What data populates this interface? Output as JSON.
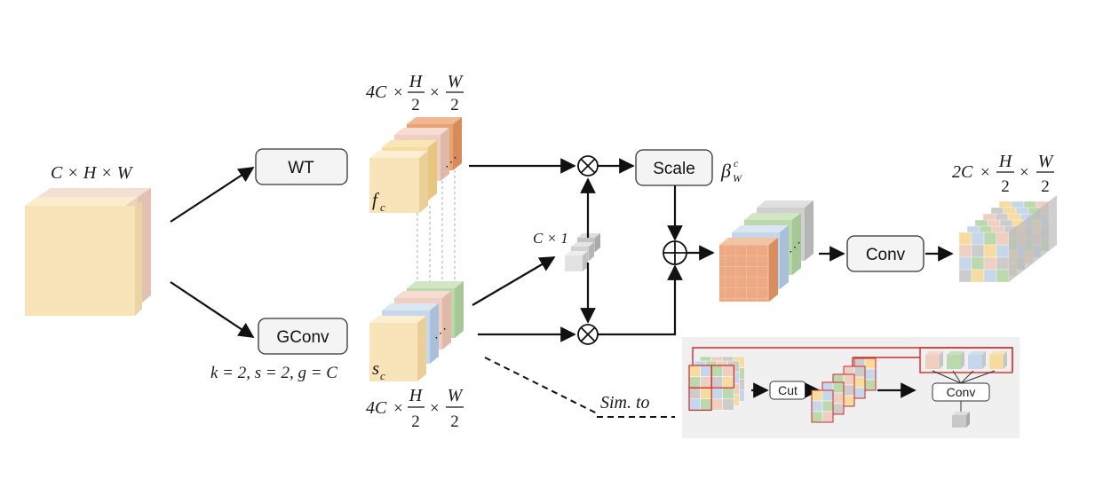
{
  "labels": {
    "input_dims": "C × H × W",
    "wt": "WT",
    "gconv": "GConv",
    "gconv_params": "k = 2, s = 2, g = C",
    "fc_dims": "4C × H/2 × W/2",
    "sc_dims": "4C × H/2 × W/2",
    "fc": "f",
    "fc_sub": "c",
    "sc": "s",
    "sc_sub": "c",
    "c1": "C × 1",
    "scale": "Scale",
    "beta": "β",
    "beta_sup": "c",
    "beta_sub": "W",
    "conv": "Conv",
    "out_dims": "2C × H/2 × W/2",
    "sim_to": "Sim. to",
    "inset_cut": "Cut",
    "inset_conv": "Conv"
  },
  "frac": {
    "num_h": "H",
    "num_w": "W",
    "den": "2",
    "prefix_4c": "4C",
    "prefix_2c": "2C",
    "times": "×"
  },
  "colors": {
    "input": "#f8e4b8",
    "input_back": "#ecd0c4",
    "orange": "#e9a273",
    "pink": "#efcfc2",
    "yellow": "#f6dca0",
    "green": "#bcd9ad",
    "blue": "#c6d7eb",
    "gray": "#cccccc",
    "inset_bg": "#f0f0f0",
    "red": "#d22b2b"
  }
}
